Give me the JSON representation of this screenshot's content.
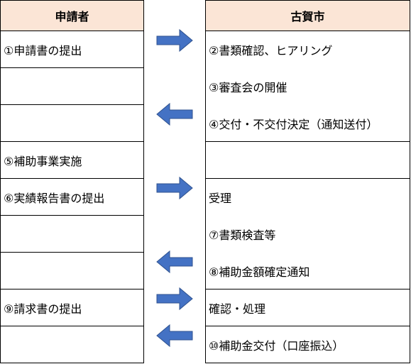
{
  "applicant": {
    "header": "申請者",
    "rows": [
      "①申請書の提出",
      "",
      "",
      "⑤補助事業実施",
      "⑥実績報告書の提出",
      "",
      "",
      "⑨請求書の提出",
      ""
    ]
  },
  "city": {
    "header": "古賀市",
    "rows": [
      "②書類確認、ヒアリング",
      "③審査会の開催",
      "④交付・不交付決定（通知送付）",
      "",
      "受理",
      "⑦書類検査等",
      "⑧補助金額確定通知",
      "確認・処理",
      "⑩補助金交付（口座振込）"
    ]
  },
  "arrows": [
    {
      "row": 0,
      "direction": "right",
      "icon": "arrow-right-icon"
    },
    {
      "row": 2,
      "direction": "left",
      "icon": "arrow-left-icon"
    },
    {
      "row": 4,
      "direction": "right",
      "icon": "arrow-right-icon"
    },
    {
      "row": 6,
      "direction": "left",
      "icon": "arrow-left-icon"
    },
    {
      "row": 7,
      "direction": "right",
      "icon": "arrow-right-icon"
    },
    {
      "row": 8,
      "direction": "left",
      "icon": "arrow-left-icon"
    }
  ],
  "colors": {
    "header_bg": "#fbe5d6",
    "arrow_fill": "#4472c4",
    "arrow_stroke": "#2f528f"
  }
}
